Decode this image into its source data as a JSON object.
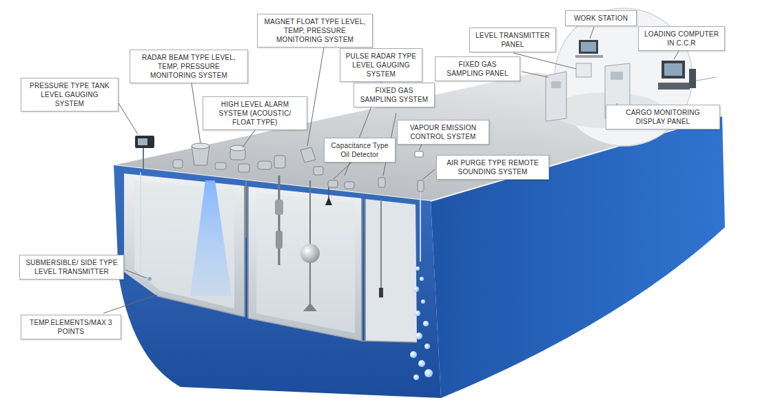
{
  "diagram": {
    "nodes": [
      {
        "text": [
          "PRESSURE TYPE TANK LEVEL GAUGING SYSTEM"
        ]
      },
      {
        "text": [
          "RADAR BEAM TYPE LEVEL, TEMP, PRESSURE MONITORING SYSTEM"
        ]
      },
      {
        "text": [
          "MAGNET FLOAT TYPE LEVEL, TEMP, PRESSURE MONITORING SYSTEM"
        ]
      },
      {
        "text": [
          "HIGH LEVEL ALARM SYSTEM (ACOUSTIC/ FLOAT TYPE)"
        ]
      },
      {
        "text": [
          "PULSE RADAR TYPE LEVEL GAUGING SYSTEM"
        ]
      },
      {
        "text": [
          "LEVEL TRANSMITTER PANEL"
        ]
      },
      {
        "text": [
          "WORK STATION"
        ]
      },
      {
        "text": [
          "LOADING COMPUTER IN C.C.R"
        ]
      },
      {
        "text": [
          "FIXED GAS SAMPLING PANEL"
        ]
      },
      {
        "text": [
          "FIXED GAS SAMPLING SYSTEM"
        ]
      },
      {
        "text": [
          "CARGO MONITORING DISPLAY PANEL"
        ]
      },
      {
        "text": [
          "Capacitance Type Oil Detector"
        ]
      },
      {
        "text": [
          "VAPOUR EMISSION CONTROL SYSTEM"
        ]
      },
      {
        "text": [
          "AIR PURGE TYPE REMOTE SOUNDING SYSTEM"
        ]
      },
      {
        "text": [
          "SUBMERSIBLE/ SIDE TYPE LEVEL TRANSMITTER"
        ]
      },
      {
        "text": [
          "TEMP.ELEMENTS/MAX 3 POINTS"
        ]
      }
    ]
  }
}
